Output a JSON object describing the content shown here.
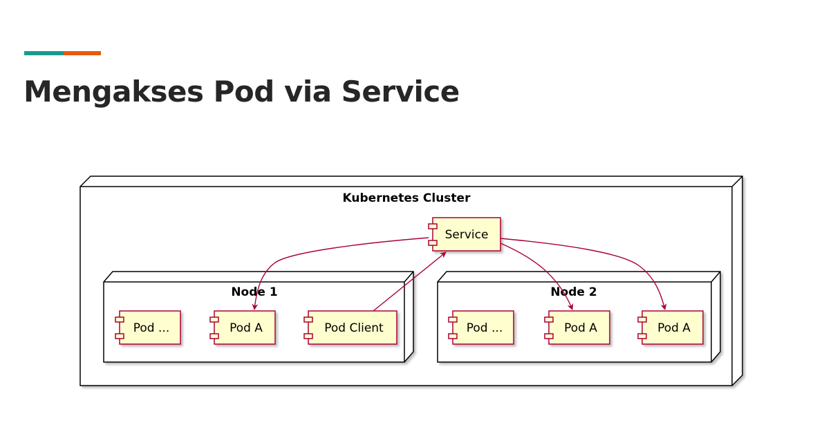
{
  "slide": {
    "title": "Mengakses Pod via Service",
    "accent_colors": [
      "#1a9a8e",
      "#e8590c"
    ]
  },
  "diagram": {
    "cluster_label": "Kubernetes Cluster",
    "service_label": "Service",
    "nodes": [
      {
        "label": "Node 1",
        "pods": [
          "Pod ...",
          "Pod A",
          "Pod Client"
        ]
      },
      {
        "label": "Node 2",
        "pods": [
          "Pod ...",
          "Pod A",
          "Pod A"
        ]
      }
    ],
    "connections": [
      {
        "from": "Service",
        "to": "Node 1 / Pod A"
      },
      {
        "from": "Node 1 / Pod Client",
        "to": "Service"
      },
      {
        "from": "Service",
        "to": "Node 2 / Pod A (1)"
      },
      {
        "from": "Service",
        "to": "Node 2 / Pod A (2)"
      }
    ],
    "colors": {
      "component_fill": "#fefece",
      "component_border": "#a80036",
      "arrow": "#a80036",
      "node_border": "#000000"
    }
  }
}
